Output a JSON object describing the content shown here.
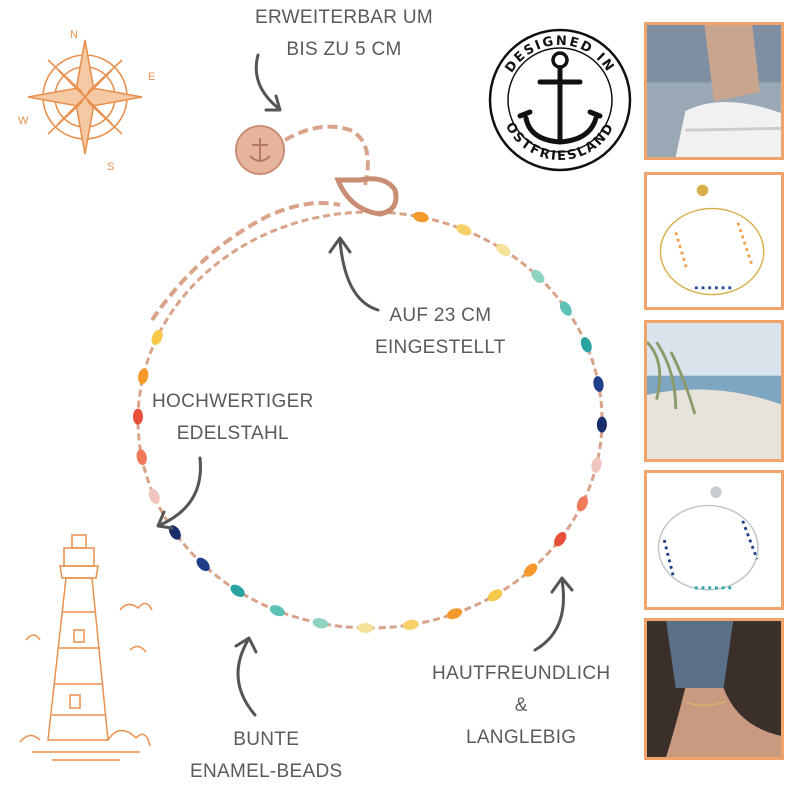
{
  "labels": {
    "extend_line1": "ERWEITERBAR UM",
    "extend_line2": "BIS ZU 5 CM",
    "set_line1": "AUF 23 CM",
    "set_line2": "EINGESTELLT",
    "steel_line1": "HOCHWERTIGER",
    "steel_line2": "EDELSTAHL",
    "skin_line1": "HAUTFREUNDLICH",
    "skin_line2": "&",
    "skin_line3": "LANGLEBIG",
    "beads_line1": "BUNTE",
    "beads_line2": "ENAMEL-BEADS"
  },
  "stamp": {
    "top_text": "DESIGNED IN",
    "bottom_text": "OSTFRIESLAND"
  },
  "compass": {
    "n": "N",
    "e": "E",
    "s": "S",
    "w": "W"
  },
  "colors": {
    "accent_orange": "#f0a36b",
    "illustration_orange": "#e8914f",
    "rose_gold": "#d9a38a",
    "text_gray": "#5a5a5a"
  },
  "thumbnails": [
    {
      "name": "thumb-sneaker-ankle",
      "icon": "ankle-photo"
    },
    {
      "name": "thumb-gold-bracelet",
      "icon": "bracelet-photo"
    },
    {
      "name": "thumb-beach-dunes",
      "icon": "beach-photo"
    },
    {
      "name": "thumb-silver-bracelet",
      "icon": "bracelet-photo"
    },
    {
      "name": "thumb-foot-ankle",
      "icon": "ankle-photo"
    }
  ]
}
